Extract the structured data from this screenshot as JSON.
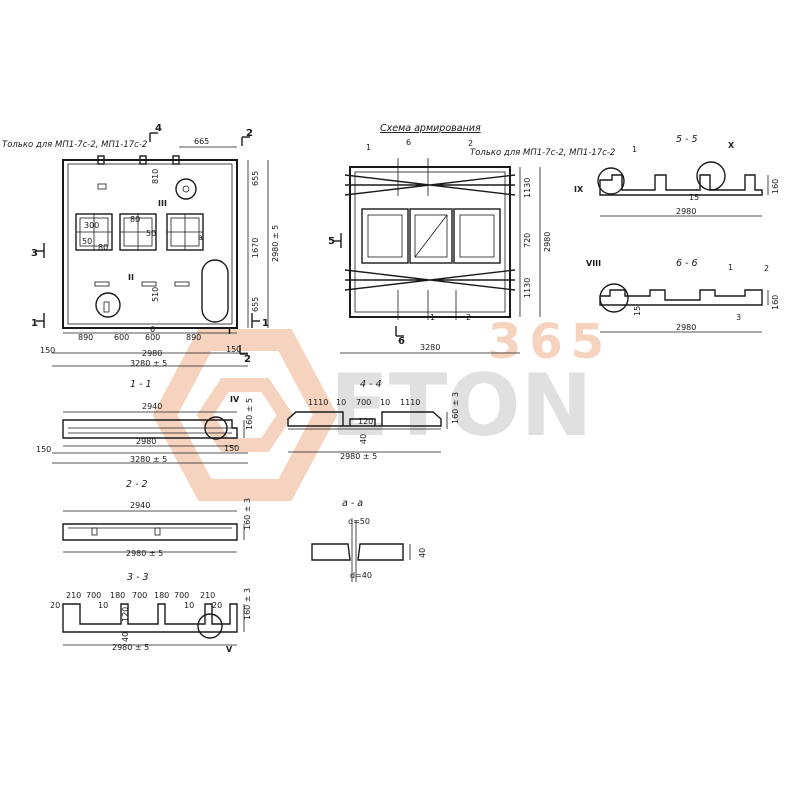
{
  "notes": {
    "plan_only": "Только для МП1-7с-2, МП1-17с-2",
    "scheme_title": "Схема армирования",
    "scheme_only": "Только для МП1-7с-2, МП1-17с-2"
  },
  "watermark": {
    "number": "365",
    "brand": "ETON",
    "colors": [
      "#f0b08a",
      "#c8c8c8"
    ]
  },
  "plan": {
    "dims": {
      "top_665": "665",
      "d_810": "810",
      "d_655_top": "655",
      "d_1670": "1670",
      "d_2980_5": "2980 ± 5",
      "d_655_bot": "655",
      "d_510": "510",
      "d_300": "300",
      "d_50a": "50",
      "d_80a": "80",
      "d_50b": "50",
      "d_80b": "80",
      "b_890a": "890",
      "b_600a": "600",
      "b_600b": "600",
      "b_890b": "890",
      "b_150a": "150",
      "b_2980": "2980",
      "b_150b": "150",
      "b_3280": "3280 ± 5",
      "b_6": "6"
    },
    "cuts": {
      "c1": "1",
      "c2": "2",
      "c3": "3",
      "c4": "4",
      "c1b": "1",
      "c2b": "2",
      "c_a": "а"
    },
    "callouts": {
      "r3": "III",
      "r2": "II",
      "r1": "I"
    }
  },
  "scheme": {
    "dims": {
      "d_1130a": "1130",
      "d_720": "720",
      "d_1130b": "1130",
      "d_2980": "2980",
      "d_3280": "3280"
    },
    "marks": {
      "m1": "1",
      "m6top": "6",
      "m2top": "2",
      "m5": "5",
      "m6bot": "6",
      "m1bot": "1",
      "m2bot": "2"
    }
  },
  "sec55": {
    "title": "5 - 5",
    "dims": {
      "w2980": "2980",
      "h160": "160",
      "d15": "15"
    },
    "marks": {
      "m1": "1",
      "rX": "X",
      "rIX": "IX"
    }
  },
  "sec66": {
    "title": "6 - 6",
    "dims": {
      "w2980": "2980",
      "h160": "160",
      "d15": "15"
    },
    "marks": {
      "m1": "1",
      "m2": "2",
      "m3": "3",
      "rVIII": "VIII"
    }
  },
  "sec11": {
    "title": "1 - 1",
    "dims": {
      "w2940": "2940",
      "w2980": "2980",
      "l150": "150",
      "w3280": "3280 ± 5",
      "r150": "150",
      "h160": "160 ± 5"
    },
    "marks": {
      "rIV": "IV"
    }
  },
  "sec44": {
    "title": "4 - 4",
    "dims": {
      "a1110": "1110",
      "a10": "10",
      "a700": "700",
      "a10b": "10",
      "a1110b": "1110",
      "a120": "120",
      "a40": "40",
      "w2980": "2980 ± 5",
      "h160": "160 ± 3"
    }
  },
  "sec22": {
    "title": "2 - 2",
    "dims": {
      "w2940": "2940",
      "w2980": "2980 ± 5",
      "h160": "160 ± 3"
    }
  },
  "secaa": {
    "title": "а - а",
    "dims": {
      "d50": "d=50",
      "d40": "d=40",
      "h40": "40"
    }
  },
  "sec33": {
    "title": "3 - 3",
    "dims": {
      "a210": "210",
      "a700": "700",
      "a180": "180",
      "a700b": "700",
      "a180b": "180",
      "a700c": "700",
      "a210b": "210",
      "a20": "20",
      "a10": "10",
      "a10b": "10",
      "a20b": "20",
      "a120": "120",
      "a40": "40",
      "w2980": "2980 ± 5",
      "h160": "160 ± 3"
    },
    "marks": {
      "rV": "V"
    }
  }
}
